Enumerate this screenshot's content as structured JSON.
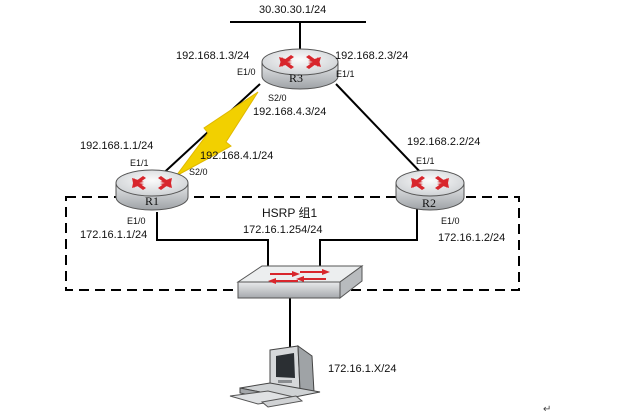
{
  "top_network": "30.30.30.1/24",
  "routers": {
    "r1": {
      "name": "R1",
      "e1_1_port": "E1/1",
      "e1_1_ip": "192.168.1.1/24",
      "s2_0_port": "S2/0",
      "s2_0_ip": "192.168.4.1/24",
      "e1_0_port": "E1/0",
      "e1_0_ip": "172.16.1.1/24"
    },
    "r2": {
      "name": "R2",
      "e1_1_port": "E1/1",
      "e1_1_ip": "192.168.2.2/24",
      "e1_0_port": "E1/0",
      "e1_0_ip": "172.16.1.2/24"
    },
    "r3": {
      "name": "R3",
      "e1_0_port": "E1/0",
      "e1_0_ip": "192.168.1.3/24",
      "e1_1_port": "E1/1",
      "e1_1_ip": "192.168.2.3/24",
      "s2_0_port": "S2/0",
      "s2_0_ip": "192.168.4.3/24"
    }
  },
  "hsrp": {
    "group_label": "HSRP 组1",
    "virtual_ip": "172.16.1.254/24"
  },
  "host": {
    "ip": "172.16.1.X/24"
  },
  "colors": {
    "arrow_red": "#d8262c",
    "serial_yellow": "#f2d000",
    "router_gray": "#d9dbdd"
  },
  "paragraph_mark": "↵"
}
